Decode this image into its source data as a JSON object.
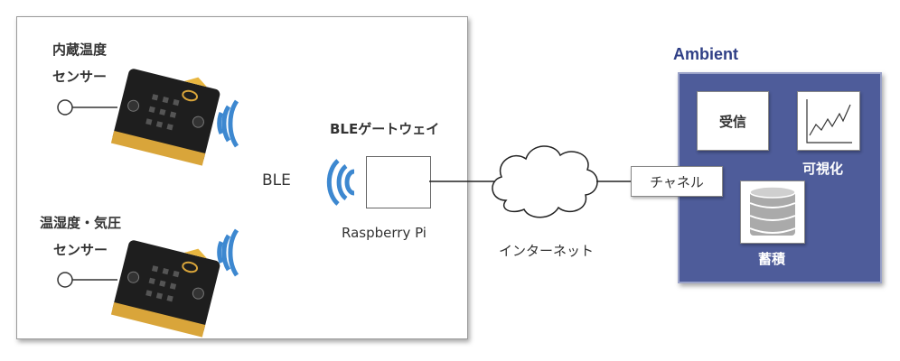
{
  "local": {
    "sensor1_label": [
      "内蔵温度",
      "センサー"
    ],
    "sensor2_label": [
      "温湿度・気圧",
      "センサー"
    ],
    "ble_label": "BLE",
    "gateway_label": "BLEゲートウェイ",
    "raspberry_label": "Raspberry Pi"
  },
  "internet_label": "インターネット",
  "ambient": {
    "title": "Ambient",
    "channel_label": "チャネル",
    "receive_label": "受信",
    "visualize_label": "可視化",
    "store_label": "蓄積"
  },
  "colors": {
    "ambient_title": "#2f3f86",
    "ambient_bg": "#4e5c9a",
    "wave": "#3d88d0",
    "board": "#1e1e1e",
    "gold": "#d9a53a"
  }
}
